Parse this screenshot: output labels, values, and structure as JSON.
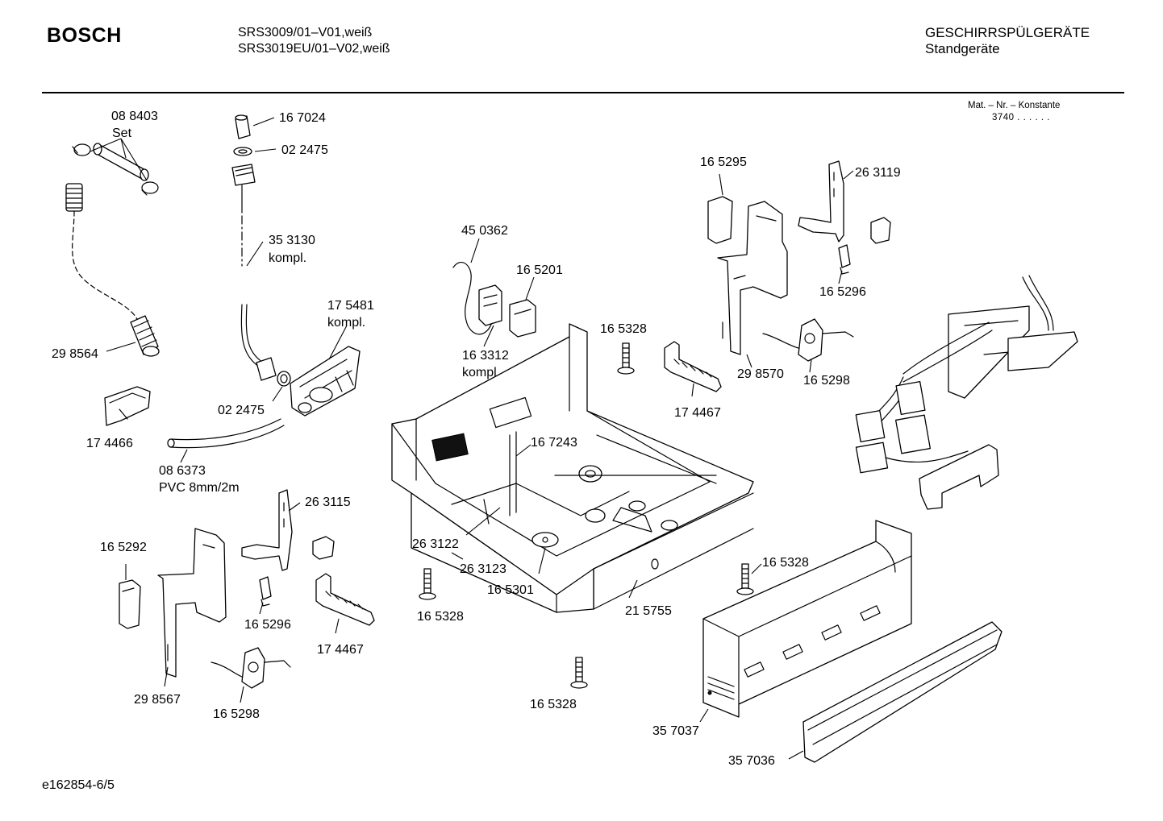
{
  "header": {
    "brand": "BOSCH",
    "model_line_1": "SRS3009/01–V01,weiß",
    "model_line_2": "SRS3019EU/01–V02,weiß",
    "category": "GESCHIRRSPÜLGERÄTE",
    "subcategory": "Standgeräte",
    "matnr_label": "Mat. – Nr. – Konstante",
    "matnr_value": "3740 . . . . . ."
  },
  "footer": {
    "drawing_id": "e162854-6/5"
  },
  "labels": {
    "p088403": "08 8403",
    "set": "Set",
    "p167024": "16 7024",
    "p022475a": "02 2475",
    "p353130": "35 3130",
    "kompl1": "kompl.",
    "p175481": "17 5481",
    "kompl2": "kompl.",
    "p298564": "29 8564",
    "p022475b": "02 2475",
    "p174466": "17 4466",
    "p086373": "08 6373",
    "pvc": "PVC 8mm/2m",
    "p450362": "45 0362",
    "p165201": "16 5201",
    "p163312": "16 3312",
    "kompl3": "kompl.",
    "p165328a": "16 5328",
    "p174467a": "17 4467",
    "p167243": "16 7243",
    "p165295": "16 5295",
    "p263119": "26 3119",
    "p165296a": "16 5296",
    "p298570": "29 8570",
    "p165298a": "16 5298",
    "p263115": "26 3115",
    "p165292": "16 5292",
    "p165296b": "16 5296",
    "p174467b": "17 4467",
    "p298567": "29 8567",
    "p165298b": "16 5298",
    "p263122": "26 3122",
    "p263123": "26 3123",
    "p165301": "16 5301",
    "p165328b": "16 5328",
    "p215755": "21 5755",
    "p165328c": "16 5328",
    "p165328d": "16 5328",
    "p357037": "35 7037",
    "p357036": "35 7036"
  }
}
